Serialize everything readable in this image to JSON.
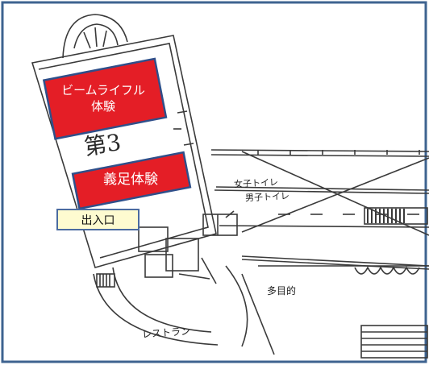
{
  "map": {
    "labels": {
      "beam_life": "ビームライフル\n体験",
      "prosthetic": "義足体験",
      "hall_number": "第3",
      "entrance": "出入口",
      "women_toilet": "女子トイレ",
      "men_toilet": "男子トイレ",
      "multipurpose": "多目的",
      "restaurant": "レストラン"
    },
    "colors": {
      "activity_box": "#e41e26",
      "activity_border": "#2f4f8a",
      "entrance_fill": "#fefbd0",
      "entrance_border": "#4b6ba0",
      "frame": "#3e6390",
      "plan_lines": "#3a3a3a"
    }
  }
}
